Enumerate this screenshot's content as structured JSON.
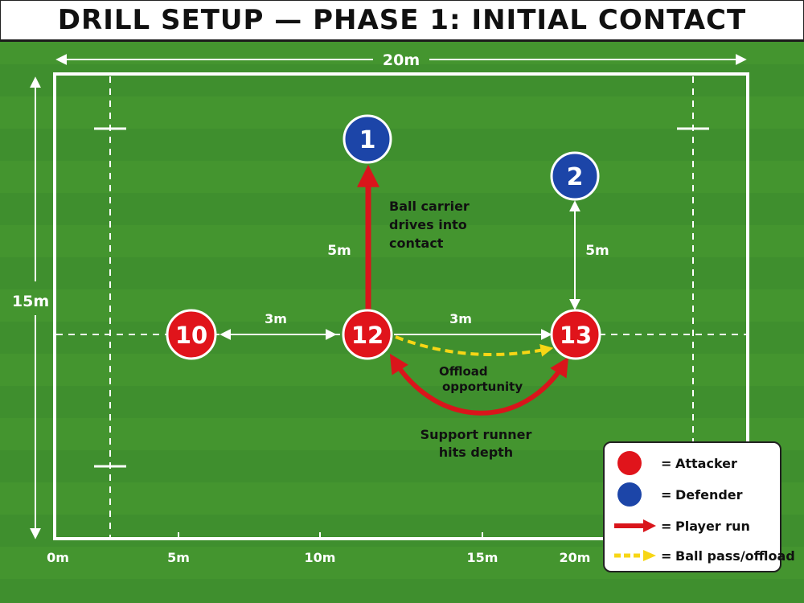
{
  "title": "DRILL SETUP — PHASE 1: INITIAL CONTACT",
  "colors": {
    "grass": "#3f8f2e",
    "attacker": "#e0141b",
    "defender": "#1c45a8",
    "run": "#d9151b",
    "pass": "#f7d615",
    "line": "#ffffff"
  },
  "dimensions": {
    "width_label": "20m",
    "height_label": "15m"
  },
  "axis_labels": [
    "0m",
    "5m",
    "10m",
    "15m",
    "20m"
  ],
  "players": {
    "attackers": [
      "10",
      "12",
      "13"
    ],
    "defenders": [
      "1",
      "2"
    ]
  },
  "distances": {
    "p10_to_p12": "3m",
    "p12_to_p13": "3m",
    "p12_to_d1": "5m",
    "p13_to_d2": "5m"
  },
  "annotations": {
    "ball_carrier": [
      "Ball carrier",
      "drives into",
      "contact"
    ],
    "offload": [
      "Offload",
      "opportunity"
    ],
    "support": [
      "Support runner",
      "hits depth"
    ]
  },
  "legend": {
    "attacker": "Attacker",
    "defender": "Defender",
    "player_run": "Player run",
    "ball_pass": "Ball pass/offload",
    "equals": "="
  }
}
